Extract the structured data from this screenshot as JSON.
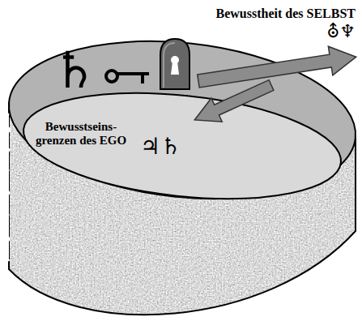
{
  "diagram": {
    "nodes": [
      {
        "text": [
          "♄"
        ]
      },
      {
        "text": [
          "Bewusstseins- grenzen des EGO",
          "♃♄"
        ],
        "in": 0
      }
    ],
    "labels": [
      "Bewusstheit des SELBST",
      "⛢♆"
    ]
  }
}
